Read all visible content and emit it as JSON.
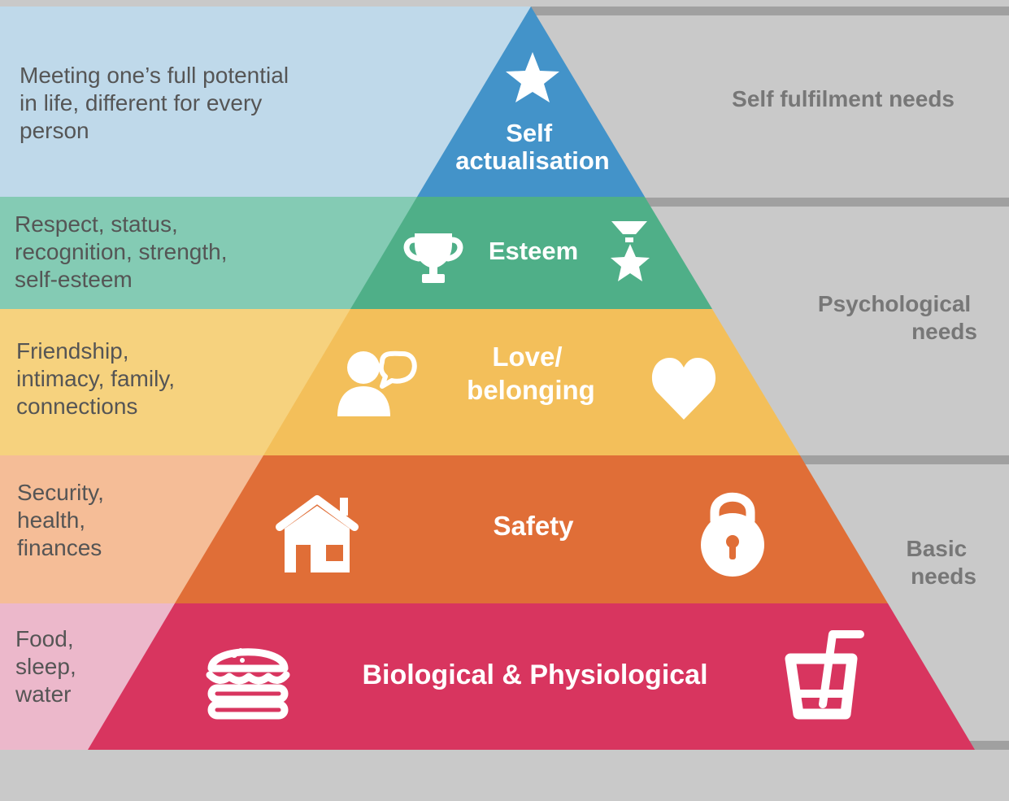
{
  "levels": [
    {
      "name": "Self actualisation",
      "line1": "Self",
      "line2": "actualisation",
      "description": [
        "Meeting one’s full potential",
        "in life, different for every",
        "person"
      ],
      "icons": [
        "star"
      ],
      "color": "#4393c9",
      "band_color": "#bfd9ea"
    },
    {
      "name": "Esteem",
      "line1": "Esteem",
      "description": [
        "Respect, status,",
        "recognition, strength,",
        "self-esteem"
      ],
      "icons": [
        "trophy",
        "medal"
      ],
      "color": "#4faf88",
      "band_color": "#84cbb4"
    },
    {
      "name": "Love/belonging",
      "line1": "Love/",
      "line2": "belonging",
      "description": [
        "Friendship,",
        "intimacy, family,",
        "connections"
      ],
      "icons": [
        "person-speech",
        "heart"
      ],
      "color": "#f3bf5a",
      "band_color": "#f6d27e"
    },
    {
      "name": "Safety",
      "line1": "Safety",
      "description": [
        "Security,",
        "health,",
        "finances"
      ],
      "icons": [
        "house",
        "padlock"
      ],
      "color": "#e06e37",
      "band_color": "#f5bd97"
    },
    {
      "name": "Biological & Physiological",
      "line1": "Biological & Physiological",
      "description": [
        "Food,",
        "sleep,",
        "water"
      ],
      "icons": [
        "burger",
        "drink"
      ],
      "color": "#d8355f",
      "band_color": "#ecb8cb"
    }
  ],
  "groups": [
    {
      "line1": "Self fulfilment needs"
    },
    {
      "line1": "Psychological",
      "line2": "needs"
    },
    {
      "line1": "Basic",
      "line2": "needs"
    }
  ]
}
